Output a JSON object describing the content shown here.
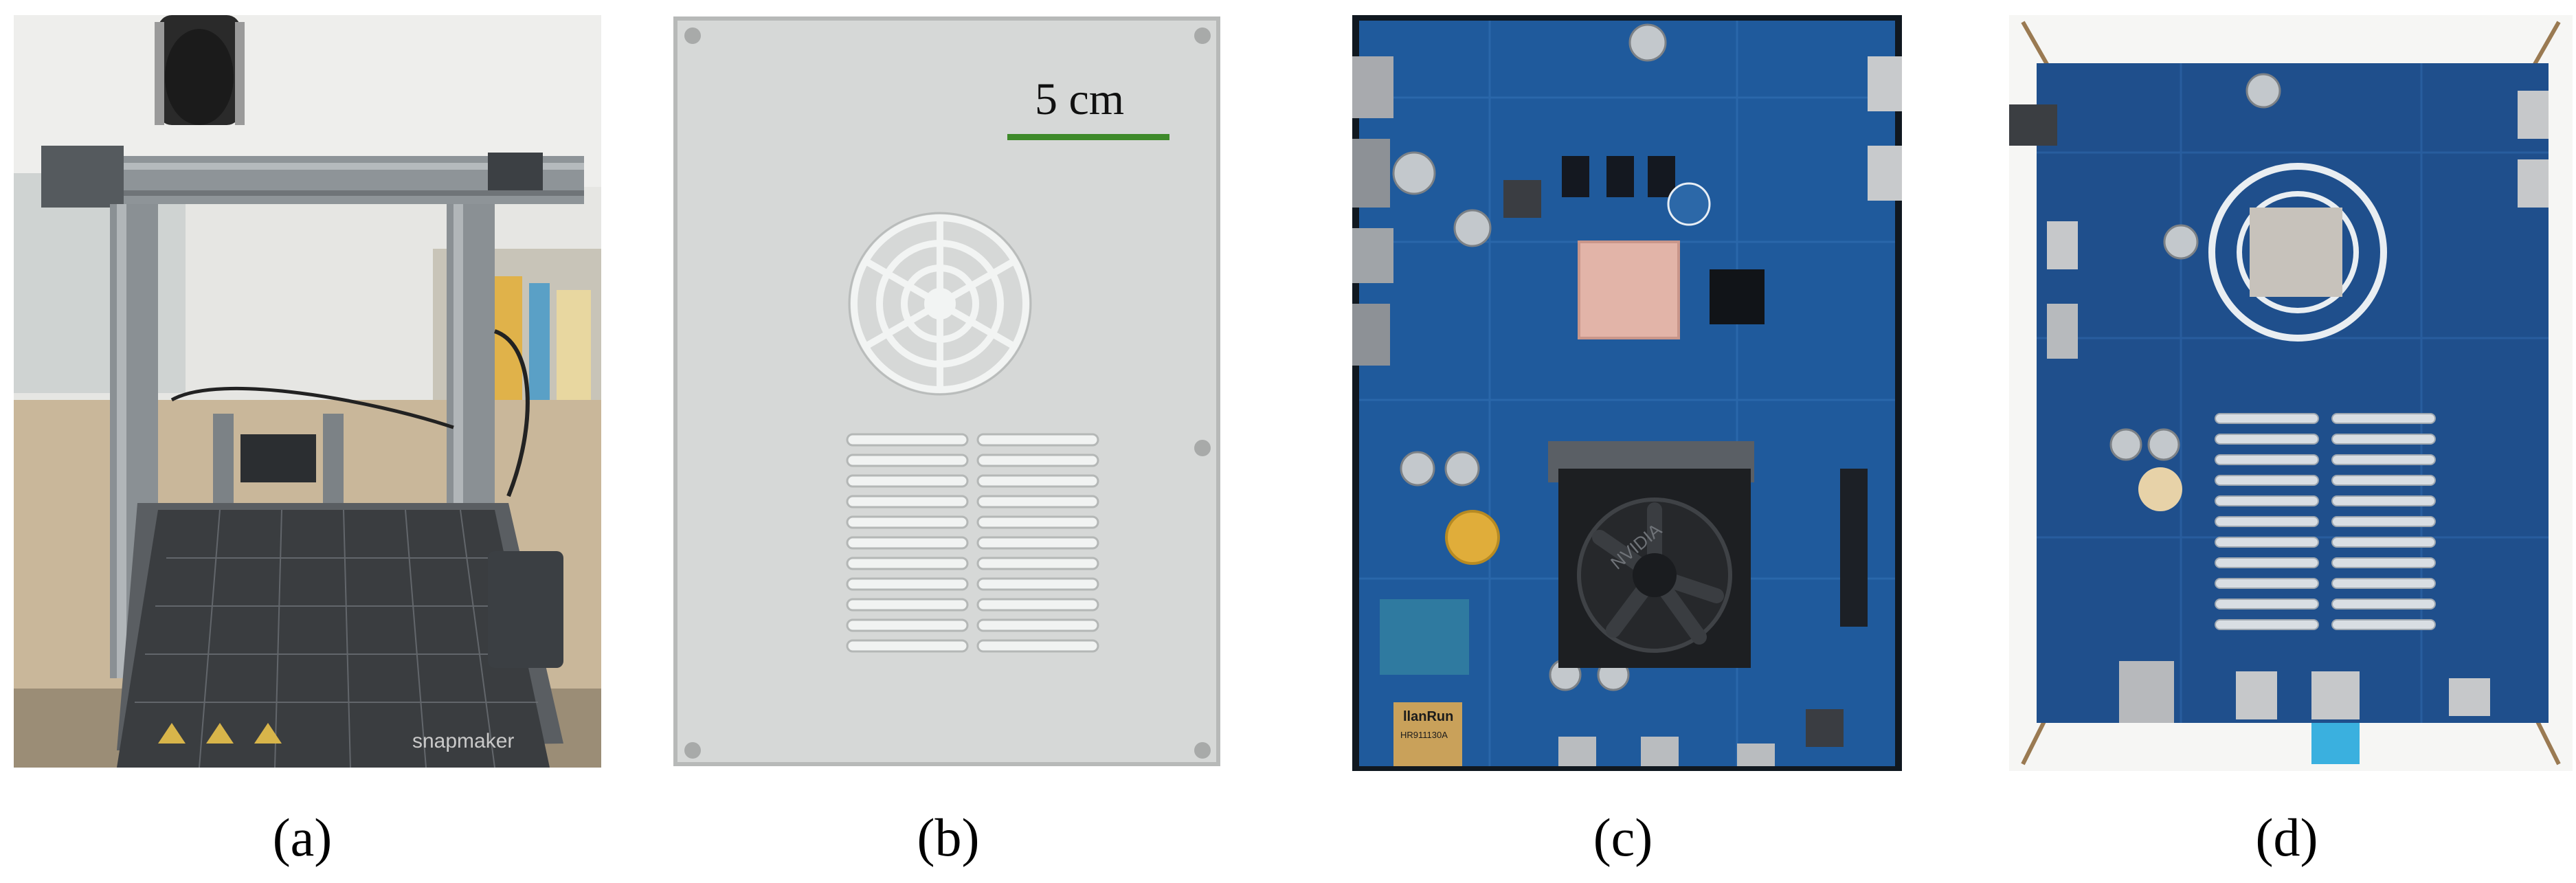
{
  "panels": [
    {
      "caption": "(a)",
      "subject": "3D printer (snapmaker)"
    },
    {
      "caption": "(b)",
      "subject": "Acrylic enclosure cover with fan grille and vent slots"
    },
    {
      "caption": "(c)",
      "subject": "Carrier board with NVIDIA module and fan"
    },
    {
      "caption": "(d)",
      "subject": "Assembled board inside acrylic enclosure"
    }
  ],
  "scale_bar": {
    "label": "5 cm",
    "color": "#3e8a2a"
  },
  "printer_logo_text": "snapmaker",
  "board_labels": {
    "nvidia": "NVIDIA",
    "module": "llanRun",
    "module_code": "HR911130A"
  }
}
